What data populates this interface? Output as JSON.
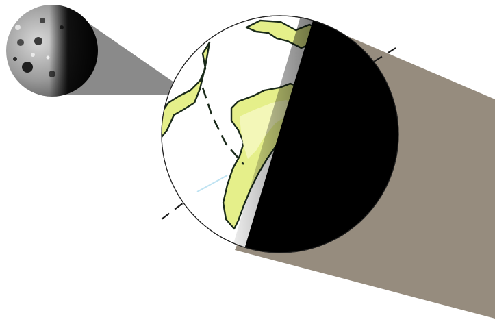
{
  "diagram": {
    "colors": {
      "background": "#ffffff",
      "earth_shadow": "#968c7e",
      "moon_shadow_cone": "#8a8a8a",
      "earth_day": "#ffffff",
      "earth_night": "#000000",
      "land": "#e5ef8a",
      "land_light": "#f3f7b8",
      "coastline": "#1a2a1a",
      "axis_line": "#1a1a1a",
      "moon_surface": "#9a9a9a"
    },
    "icons": [
      "moon",
      "earth",
      "earth-shadow",
      "moon-shadow-cone",
      "earth-axis"
    ]
  }
}
